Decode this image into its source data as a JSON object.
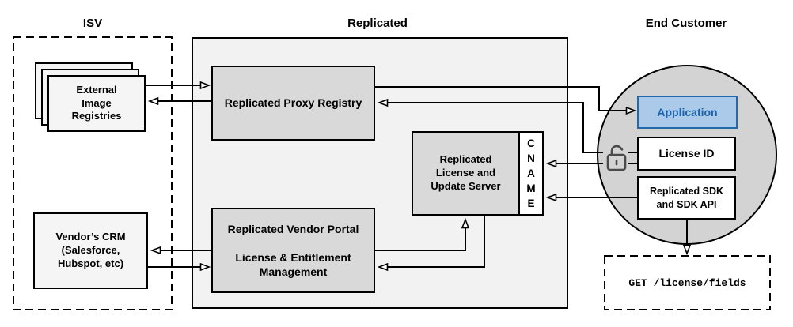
{
  "headers": {
    "isv": "ISV",
    "replicated": "Replicated",
    "end_customer": "End Customer"
  },
  "isv": {
    "registries_label": "External\nImage\nRegistries",
    "crm_label": "Vendor’s CRM\n(Salesforce,\nHubspot, etc)"
  },
  "replicated": {
    "proxy_label": "Replicated Proxy Registry",
    "license_server_label": "Replicated\nLicense and\nUpdate Server",
    "cname_label": "CNAME",
    "vendor_portal_label": "Replicated Vendor Portal\n\nLicense & Entitlement\nManagement"
  },
  "end_customer": {
    "application_label": "Application",
    "license_id_label": "License ID",
    "sdk_label": "Replicated SDK\nand SDK API",
    "api_call": "GET /license/fields"
  },
  "icons": {
    "lock": "unlocked-padlock-icon"
  },
  "colors": {
    "container_fill": "#f2f2f2",
    "node_fill": "#d9d9d9",
    "light_fill": "#f5f5f5",
    "circle_fill": "#d3d3d3",
    "accent_fill": "#abc9e9",
    "accent_border": "#2368a9",
    "accent_text": "#1d63ab",
    "line": "#000000",
    "lock_stroke": "#4a4a4a"
  }
}
